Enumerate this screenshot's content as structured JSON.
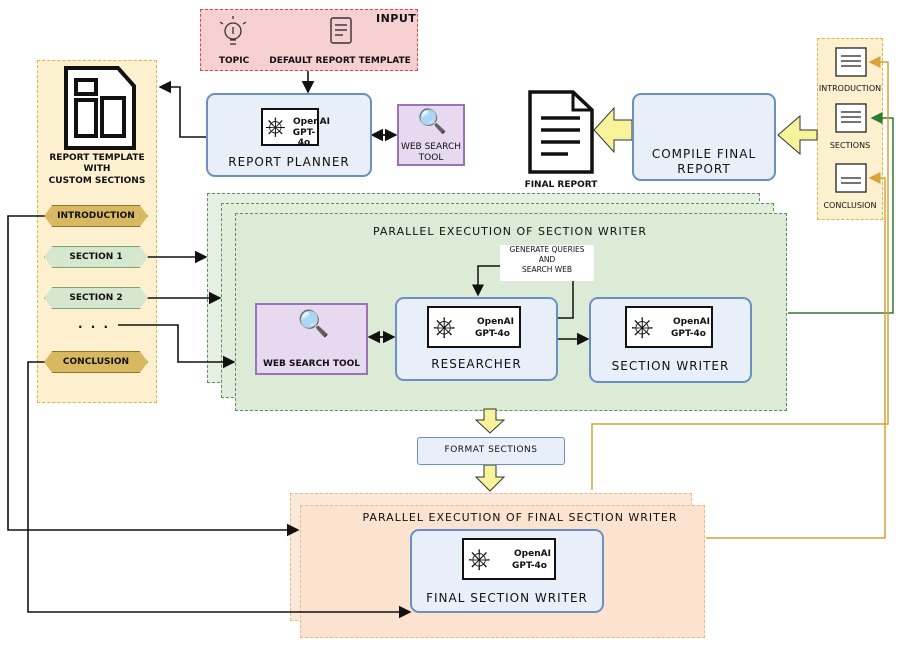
{
  "input": {
    "label": "INPUT",
    "topic_label": "TOPIC",
    "template_label": "DEFAULT REPORT TEMPLATE"
  },
  "gpt": {
    "line1": "OpenAI",
    "line2": "GPT-4o"
  },
  "report_planner": {
    "label": "REPORT PLANNER"
  },
  "web_search_small": {
    "label_1": "WEB SEARCH",
    "label_2": "TOOL"
  },
  "final_report": {
    "label": "FINAL REPORT"
  },
  "compile": {
    "label_1": "COMPILE FINAL",
    "label_2": "REPORT"
  },
  "template_panel": {
    "caption_1": "REPORT TEMPLATE",
    "caption_2": "WITH",
    "caption_3": "CUSTOM SECTIONS",
    "sections": [
      "INTRODUCTION",
      "SECTION 1",
      "SECTION 2",
      ". . .",
      "CONCLUSION"
    ]
  },
  "right_panel": {
    "items": [
      "INTRODUCTION",
      "SECTIONS",
      "CONCLUSION"
    ]
  },
  "parallel_writer": {
    "title": "PARALLEL EXECUTION OF SECTION WRITER",
    "generate_1": "GENERATE QUERIES",
    "generate_2": "AND",
    "generate_3": "SEARCH WEB",
    "web_search": "WEB SEARCH TOOL",
    "researcher": "RESEARCHER",
    "section_writer": "SECTION WRITER"
  },
  "format_sections": {
    "label": "FORMAT SECTIONS"
  },
  "parallel_final": {
    "title": "PARALLEL EXECUTION OF FINAL SECTION WRITER",
    "final_writer": "FINAL SECTION WRITER"
  },
  "colors": {
    "input_fill": "#f6d0d0",
    "input_border": "#d9474a",
    "panel_fill": "#fdf0cf",
    "panel_border": "#e0b34c",
    "green_fill": "#dcebd6",
    "green_border": "#5f8f5f",
    "orange_fill": "#fbe3cf",
    "orange_border": "#e7b98d",
    "node_fill": "#e8eff9",
    "node_border": "#6b8fc4",
    "arrow_yellow": "#f7f39a"
  }
}
